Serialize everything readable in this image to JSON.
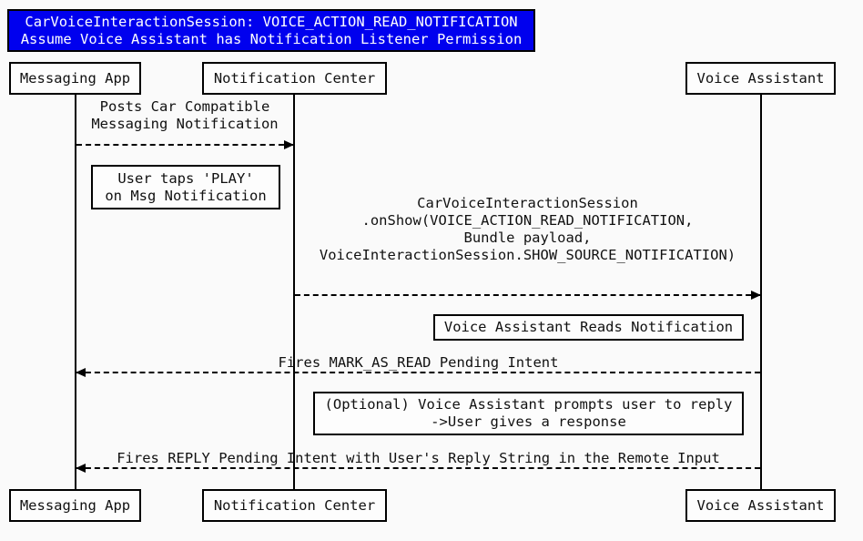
{
  "diagram": {
    "type": "uml-sequence",
    "title_line1": "CarVoiceInteractionSession: VOICE_ACTION_READ_NOTIFICATION",
    "title_line2": "Assume Voice Assistant has Notification Listener Permission"
  },
  "actors": [
    {
      "id": "messaging-app",
      "label": "Messaging App"
    },
    {
      "id": "notification-center",
      "label": "Notification Center"
    },
    {
      "id": "voice-assistant",
      "label": "Voice Assistant"
    }
  ],
  "sequence": [
    {
      "kind": "message",
      "from": "Messaging App",
      "to": "Notification Center",
      "direction": "right",
      "label": "Posts Car Compatible\nMessaging Notification"
    },
    {
      "kind": "note",
      "over": "Messaging App",
      "label": "User taps 'PLAY'\non Msg Notification"
    },
    {
      "kind": "message",
      "from": "Notification Center",
      "to": "Voice Assistant",
      "direction": "right",
      "label": "CarVoiceInteractionSession\n.onShow(VOICE_ACTION_READ_NOTIFICATION,\nBundle payload,\nVoiceInteractionSession.SHOW_SOURCE_NOTIFICATION)"
    },
    {
      "kind": "note",
      "over": "Voice Assistant",
      "label": "Voice Assistant Reads Notification"
    },
    {
      "kind": "message",
      "from": "Voice Assistant",
      "to": "Messaging App",
      "direction": "left",
      "label": "Fires MARK_AS_READ Pending Intent"
    },
    {
      "kind": "note",
      "over": "Voice Assistant",
      "label": "(Optional) Voice Assistant prompts user to reply\n->User gives a response"
    },
    {
      "kind": "message",
      "from": "Voice Assistant",
      "to": "Messaging App",
      "direction": "left",
      "label": "Fires REPLY Pending Intent with User's Reply String in the Remote Input"
    }
  ],
  "colors": {
    "title_bg": "#0000EE",
    "title_text": "#FFFFFF",
    "canvas_bg": "#FAFAFA",
    "box_bg": "#FDFDFD",
    "line": "#111111"
  }
}
